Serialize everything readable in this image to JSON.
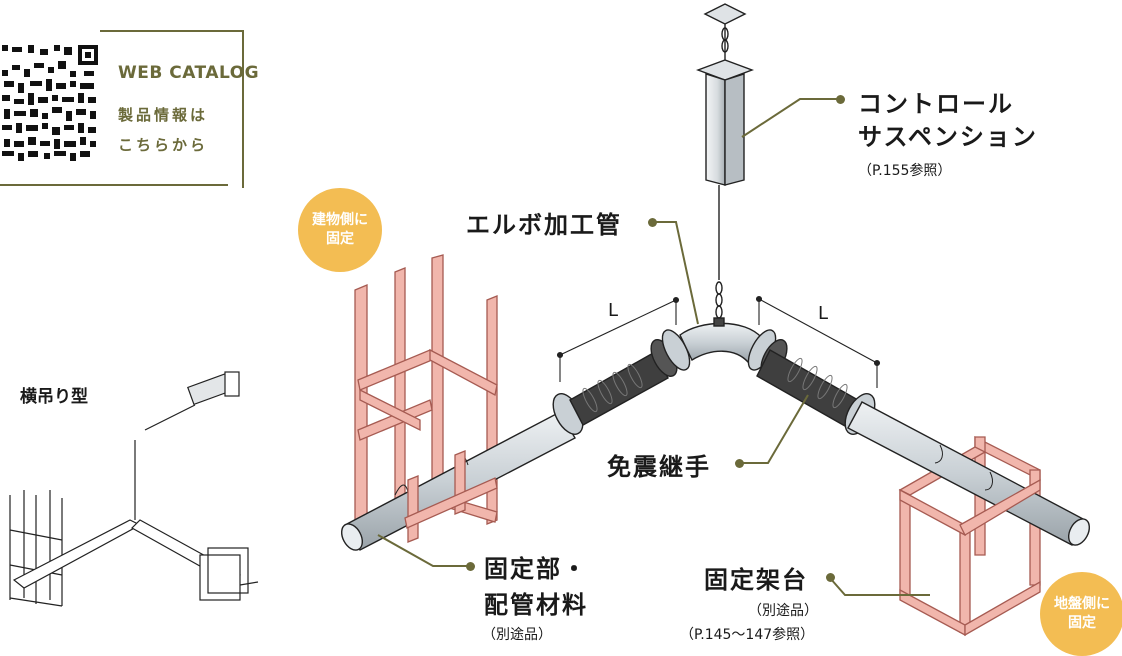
{
  "catalog": {
    "title": "WEB CATALOG",
    "line1": "製品情報は",
    "line2": "こちらから"
  },
  "badges": {
    "building": {
      "line1": "建物側に",
      "line2": "固定"
    },
    "ground": {
      "line1": "地盤側に",
      "line2": "固定"
    }
  },
  "side": {
    "type_label": "横吊り型"
  },
  "labels": {
    "suspension": {
      "line1": "コントロール",
      "line2": "サスペンション",
      "ref": "（P.155参照）"
    },
    "elbow": "エルボ加工管",
    "joint": "免震継手",
    "fixed_part": {
      "line1": "固定部・",
      "line2": "配管材料",
      "note": "（別途品）"
    },
    "stand": {
      "title": "固定架台",
      "note": "（別途品）",
      "ref": "（P.145〜147参照）"
    },
    "dim_left": "L",
    "dim_right": "L"
  },
  "colors": {
    "accent": "#6b6a3a",
    "badge": "#f3bd53",
    "frame": "#f0b3a8",
    "pipe": "#d3d9dd",
    "joint": "#4a4a4a"
  },
  "icons": [
    "qr-code-icon"
  ]
}
